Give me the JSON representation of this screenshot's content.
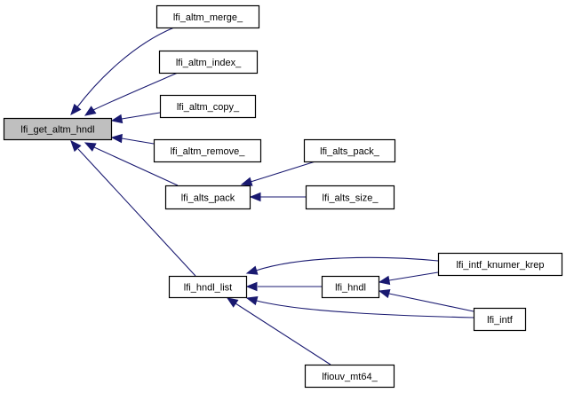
{
  "diagram": {
    "type": "call-graph",
    "root": "lfi_get_altm_hndl",
    "nodes": [
      {
        "id": "get_altm_hndl",
        "label": "lfi_get_altm_hndl",
        "highlighted": true
      },
      {
        "id": "altm_merge",
        "label": "lfi_altm_merge_"
      },
      {
        "id": "altm_index",
        "label": "lfi_altm_index_"
      },
      {
        "id": "altm_copy",
        "label": "lfi_altm_copy_"
      },
      {
        "id": "altm_remove",
        "label": "lfi_altm_remove_"
      },
      {
        "id": "alts_pack",
        "label": "lfi_alts_pack"
      },
      {
        "id": "alts_pack_u",
        "label": "lfi_alts_pack_"
      },
      {
        "id": "alts_size",
        "label": "lfi_alts_size_"
      },
      {
        "id": "hndl_list",
        "label": "lfi_hndl_list"
      },
      {
        "id": "hndl",
        "label": "lfi_hndl"
      },
      {
        "id": "knumer_krep",
        "label": "lfi_intf_knumer_krep"
      },
      {
        "id": "intf",
        "label": "lfi_intf"
      },
      {
        "id": "mt64",
        "label": "lfiouv_mt64_"
      }
    ],
    "edges": [
      {
        "from": "altm_merge",
        "to": "get_altm_hndl"
      },
      {
        "from": "altm_index",
        "to": "get_altm_hndl"
      },
      {
        "from": "altm_copy",
        "to": "get_altm_hndl"
      },
      {
        "from": "altm_remove",
        "to": "get_altm_hndl"
      },
      {
        "from": "alts_pack",
        "to": "get_altm_hndl"
      },
      {
        "from": "hndl_list",
        "to": "get_altm_hndl"
      },
      {
        "from": "alts_pack_u",
        "to": "alts_pack"
      },
      {
        "from": "alts_size",
        "to": "alts_pack"
      },
      {
        "from": "knumer_krep",
        "to": "hndl_list"
      },
      {
        "from": "hndl",
        "to": "hndl_list"
      },
      {
        "from": "intf",
        "to": "hndl_list"
      },
      {
        "from": "mt64",
        "to": "hndl_list"
      },
      {
        "from": "knumer_krep",
        "to": "hndl"
      },
      {
        "from": "intf",
        "to": "hndl"
      }
    ],
    "colors": {
      "edge": "#191970",
      "root_fill": "#bfbfbf",
      "node_fill": "#ffffff",
      "border": "#000000"
    }
  }
}
